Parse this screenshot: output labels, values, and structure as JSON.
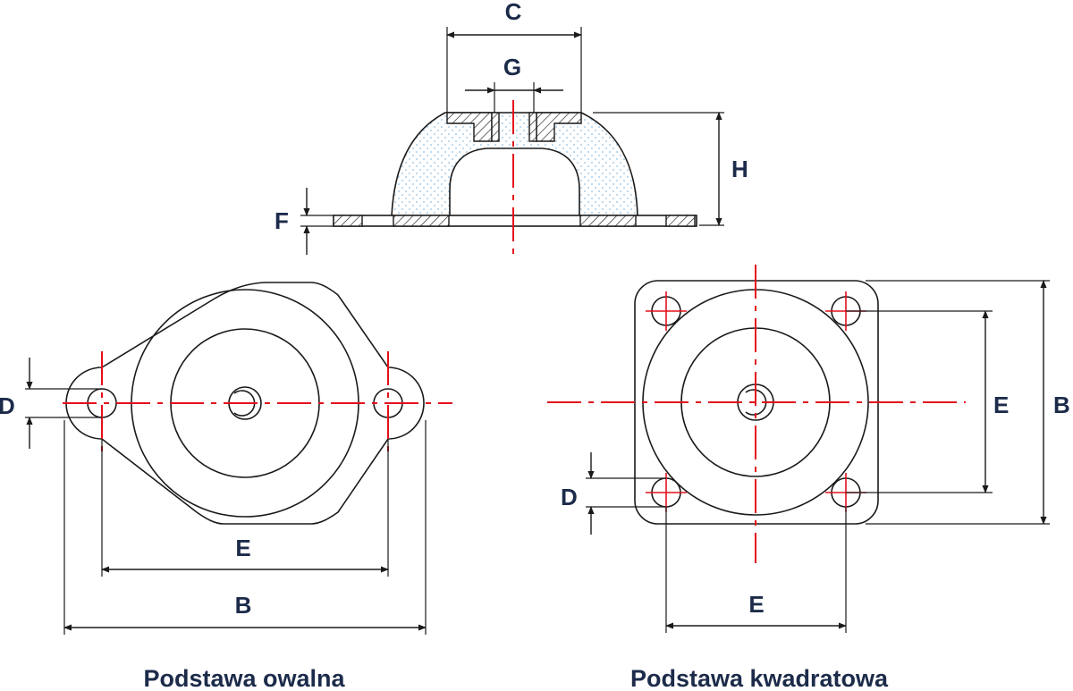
{
  "labels": {
    "C": "C",
    "G": "G",
    "H": "H",
    "F": "F",
    "oval_D": "D",
    "oval_E": "E",
    "oval_B": "B",
    "square_D": "D",
    "square_E_vertical": "E",
    "square_B": "B",
    "square_E_horizontal": "E"
  },
  "captions": {
    "oval": "Podstawa owalna",
    "square": "Podstawa kwadratowa"
  },
  "colors": {
    "text": "#1c2b4a",
    "centerline": "#e3101c",
    "rubber_dots": "#9ec8e6"
  }
}
